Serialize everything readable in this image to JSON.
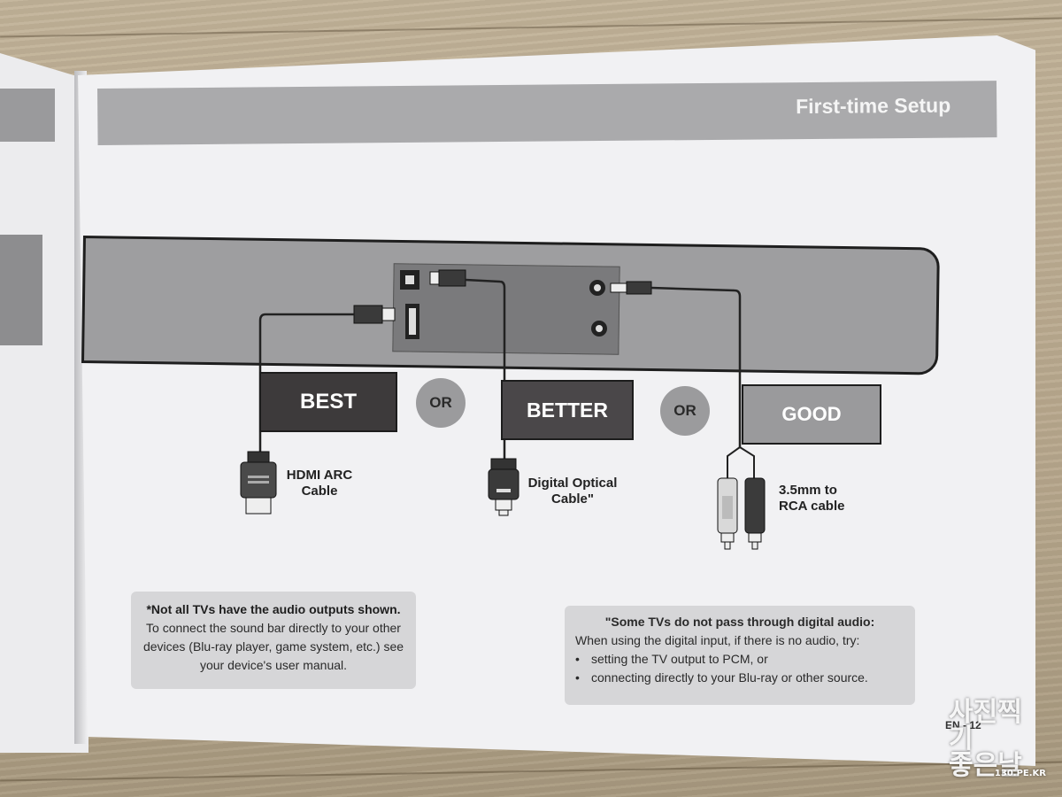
{
  "header": {
    "title": "First-time Setup"
  },
  "tiers": {
    "best": "BEST",
    "better": "BETTER",
    "good": "GOOD",
    "or": "OR"
  },
  "cables": {
    "hdmi_line1": "HDMI ARC",
    "hdmi_line2": "Cable",
    "optical_line1": "Digital Optical",
    "optical_line2": "Cable\"",
    "rca_line1": "3.5mm to",
    "rca_line2": "RCA cable"
  },
  "note1": {
    "title": "*Not all TVs have the audio outputs shown.",
    "line1": "To connect the sound bar directly to your other",
    "line2": "devices (Blu-ray player, game system, etc.) see",
    "line3": "your device's user manual."
  },
  "note2": {
    "title": "\"Some TVs do not pass through digital audio:",
    "intro": "When using the digital input, if there is no audio, try:",
    "bullets": [
      "setting the TV output to PCM, or",
      "connecting directly to your Blu-ray or other source."
    ]
  },
  "page_number": "EN - 12",
  "watermark": {
    "line1": "사진찍기",
    "line2": "좋은날",
    "site": "130.PE.KR"
  },
  "colors": {
    "best": "#3d3a3b",
    "better": "#4a4749",
    "good": "#9a9a9c",
    "header": "#aaaaac"
  }
}
